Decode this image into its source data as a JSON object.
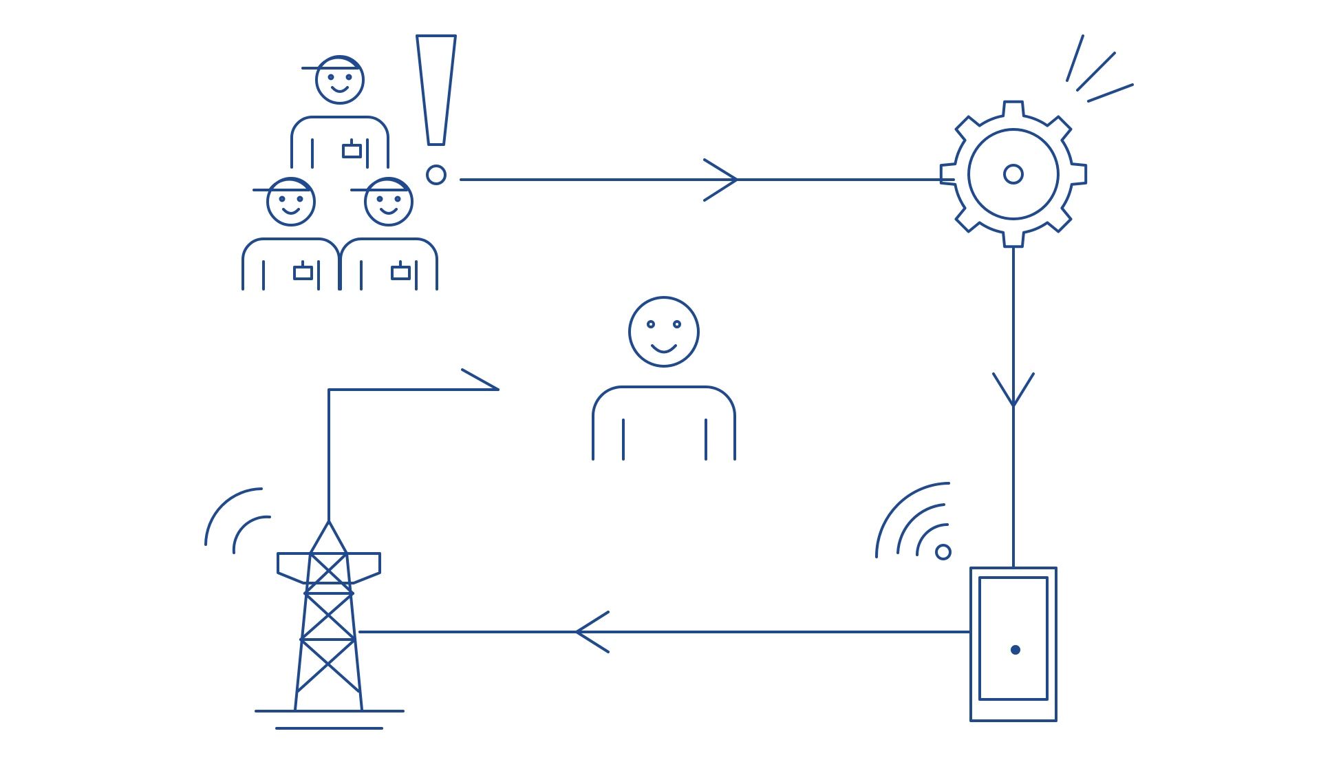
{
  "colors": {
    "line": "#1f4a8f",
    "background": "#ffffff"
  },
  "diagram": {
    "nodes": [
      {
        "id": "workers",
        "icon": "worker-group-icon"
      },
      {
        "id": "alert",
        "icon": "exclamation-icon"
      },
      {
        "id": "gear",
        "icon": "gear-icon"
      },
      {
        "id": "sparks",
        "icon": "spark-lines-icon"
      },
      {
        "id": "device",
        "icon": "cabinet-device-icon"
      },
      {
        "id": "device-wifi",
        "icon": "wireless-signal-icon"
      },
      {
        "id": "tower",
        "icon": "transmission-tower-icon"
      },
      {
        "id": "tower-wifi",
        "icon": "wireless-signal-icon"
      },
      {
        "id": "user",
        "icon": "person-icon"
      }
    ],
    "flows": [
      {
        "from": "alert",
        "to": "gear",
        "icon": "arrow-right-icon"
      },
      {
        "from": "gear",
        "to": "device",
        "icon": "arrow-down-icon"
      },
      {
        "from": "device",
        "to": "tower",
        "icon": "arrow-left-icon"
      },
      {
        "from": "tower",
        "to": "user",
        "icon": "arrow-right-icon"
      }
    ]
  }
}
